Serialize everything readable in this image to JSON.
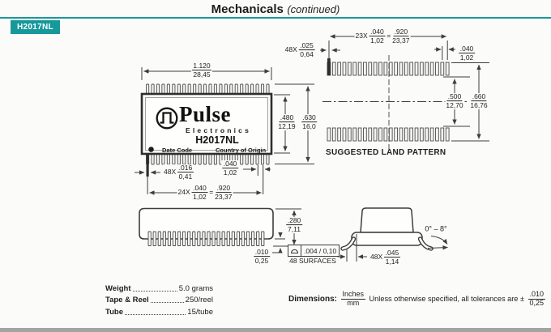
{
  "header": {
    "title": "Mechanicals",
    "title_suffix": "(continued)",
    "part_badge": "H2017NL",
    "accent_color": "#17989b"
  },
  "front_view": {
    "body_width": {
      "in": "1.120",
      "mm": "28,45"
    },
    "body_height": {
      "in": ".480",
      "mm": "12,19"
    },
    "overall_height": {
      "in": ".630",
      "mm": "16,0"
    },
    "lead_width": {
      "prefix": "48X",
      "in": ".016",
      "mm": "0,41"
    },
    "lead_pitch": {
      "in": ".040",
      "mm": "1,02"
    },
    "lead_span": {
      "prefix": "24X",
      "in": ".040",
      "mm": "1,02",
      "eq": "=",
      "total_in": ".920",
      "total_mm": "23,37"
    },
    "brand": "Pulse",
    "brand_sub": "Electronics",
    "part_number": "H2017NL",
    "date_code_label": "Date Code",
    "country_label": "Country of Origin"
  },
  "land_pattern": {
    "title": "SUGGESTED LAND PATTERN",
    "pad_span": {
      "prefix": "23X",
      "in": ".040",
      "mm": "1,02",
      "eq": "=",
      "total_in": ".920",
      "total_mm": "23,37"
    },
    "pad_width": {
      "prefix": "48X",
      "in": ".025",
      "mm": "0,64"
    },
    "pad_pitch": {
      "in": ".040",
      "mm": "1,02"
    },
    "row_inner": {
      "in": ".500",
      "mm": "12,70"
    },
    "row_outer": {
      "in": ".660",
      "mm": "16,76"
    }
  },
  "side_view": {
    "height": {
      "in": ".280",
      "mm": "7,11"
    },
    "standoff": {
      "in": ".010",
      "mm": "0,25"
    },
    "coplanarity": {
      "value": ".004 / 0,10",
      "surfaces": "48 SURFACES"
    }
  },
  "end_view": {
    "angle": "0° – 8°",
    "foot": {
      "prefix": "48X",
      "in": ".045",
      "mm": "1,14"
    }
  },
  "footer": {
    "specs": [
      {
        "label": "Weight",
        "value": "5.0 grams"
      },
      {
        "label": "Tape & Reel",
        "value": "250/reel"
      },
      {
        "label": "Tube",
        "value": "15/tube"
      }
    ],
    "dimensions_label": "Dimensions:",
    "units_top": "Inches",
    "units_bottom": "mm",
    "tolerance_note": "Unless otherwise specified, all tolerances are ±",
    "tolerance_in": ".010",
    "tolerance_mm": "0,25"
  }
}
